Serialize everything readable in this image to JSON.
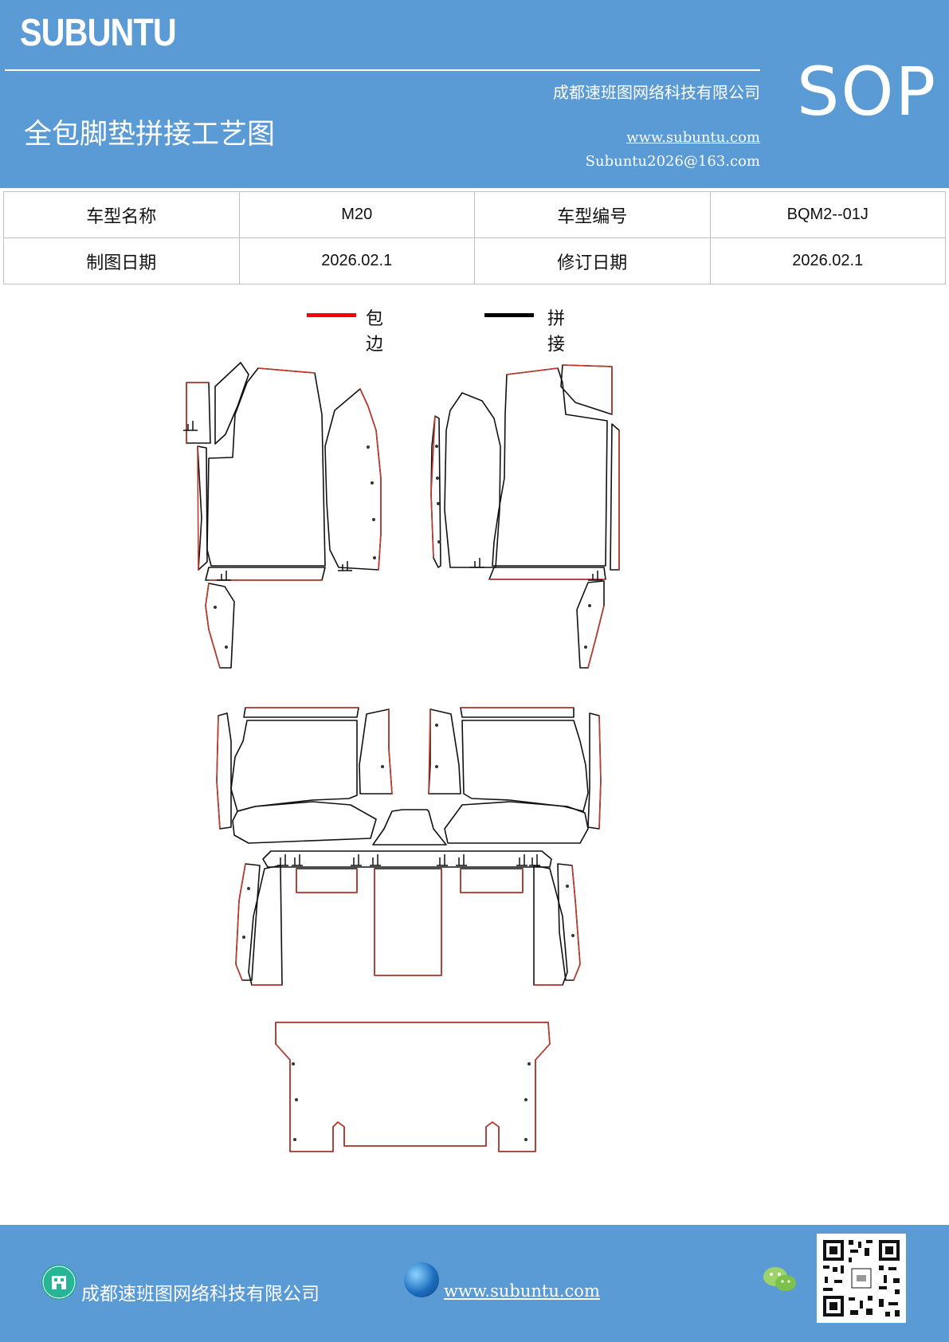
{
  "header": {
    "logo": "SUBUNTU",
    "title": "全包脚垫拼接工艺图",
    "company": "成都速班图网络科技有限公司",
    "website": "www.subuntu.com",
    "email": "Subuntu2026@163.com",
    "badge": "SOP"
  },
  "info_table": {
    "rows": [
      [
        {
          "label": "车型名称",
          "value": "M20"
        },
        {
          "label": "车型编号",
          "value": "BQM2--01J"
        }
      ],
      [
        {
          "label": "制图日期",
          "value": "2026.02.1"
        },
        {
          "label": "修订日期",
          "value": "2026.02.1"
        }
      ]
    ]
  },
  "legend": [
    {
      "label": "包边",
      "color": "#ff0000"
    },
    {
      "label": "拼接",
      "color": "#000000"
    }
  ],
  "colors": {
    "brand_blue": "#5b9bd5",
    "edge_red": "#c0392b",
    "seam_black": "#111111"
  },
  "footer": {
    "company": "成都速班图网络科技有限公司",
    "company_icon": "building-icon",
    "website": "www.subuntu.com",
    "website_icon": "globe-icon",
    "social_icon": "wechat-icon",
    "qr_icon": "qr-code-icon"
  }
}
